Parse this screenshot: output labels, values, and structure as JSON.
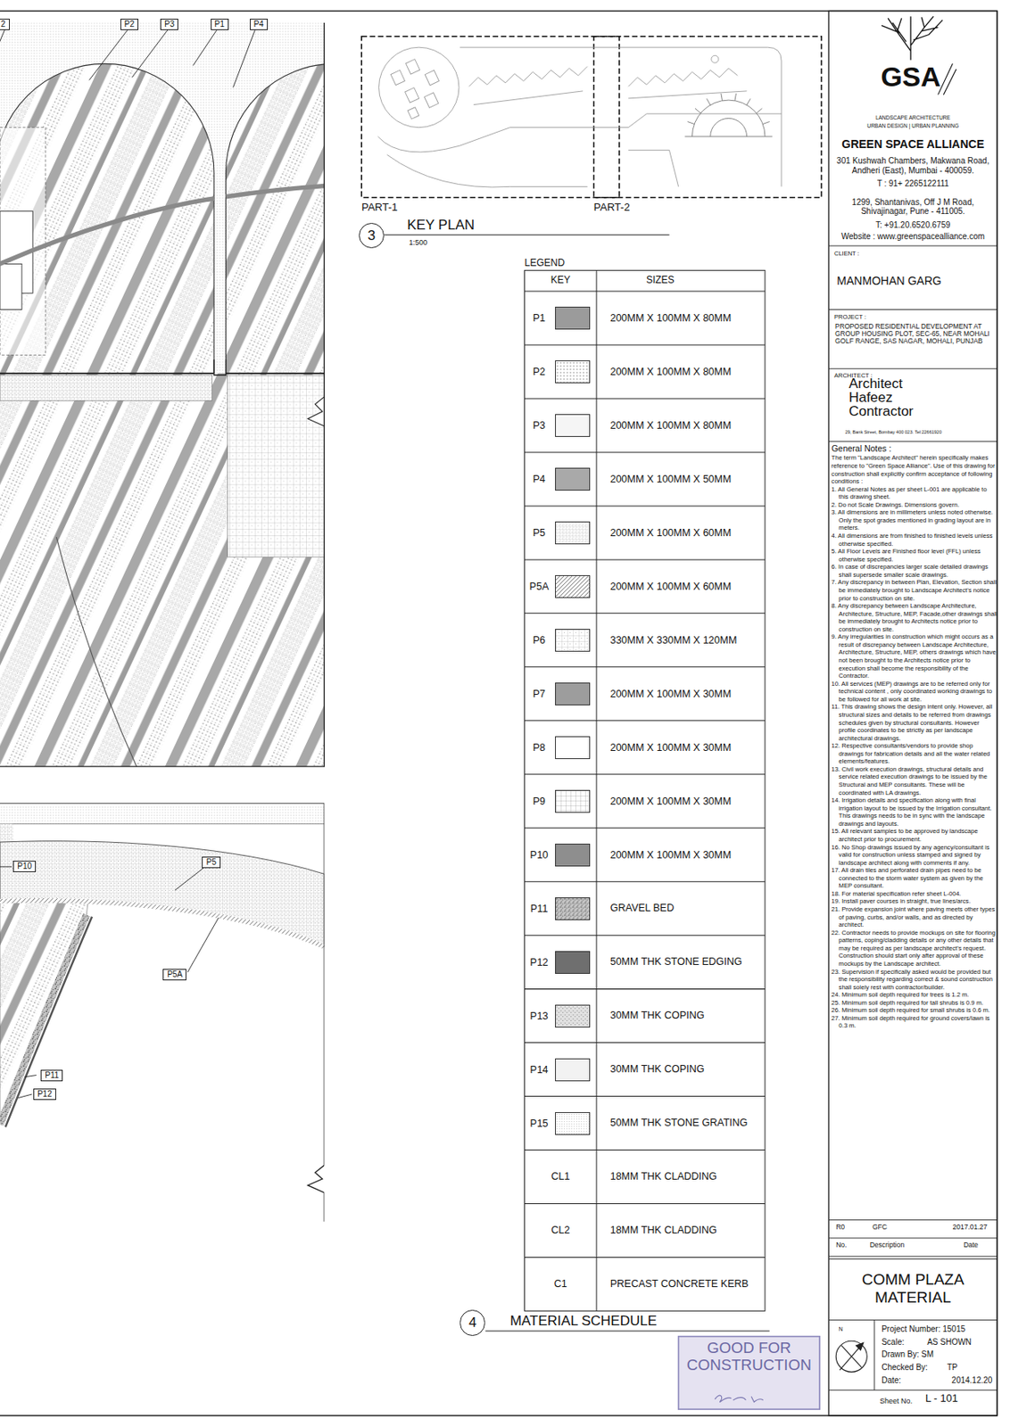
{
  "diagram": {
    "title": "COMM PLAZA MATERIAL",
    "nodes": [
      {
        "text": [
          "2"
        ]
      },
      {
        "text": [
          "P2"
        ]
      },
      {
        "text": [
          "P3"
        ]
      },
      {
        "text": [
          "P1"
        ]
      },
      {
        "text": [
          "P4"
        ]
      },
      {
        "text": [
          "P10"
        ]
      },
      {
        "text": [
          "P5"
        ]
      },
      {
        "text": [
          "P5A"
        ]
      },
      {
        "text": [
          "P11"
        ]
      },
      {
        "text": [
          "P12"
        ]
      },
      {
        "text": [
          "3"
        ]
      },
      {
        "text": [
          "4"
        ]
      }
    ],
    "labels": [
      "PART-1",
      "PART-2",
      "KEY PLAN",
      "1:500",
      "LEGEND",
      "KEY",
      "SIZES",
      "200MM X 100MM X 80MM",
      "200MM X 100MM X 80MM",
      "200MM X 100MM X 80MM",
      "200MM X 100MM X 50MM",
      "200MM X 100MM X 60MM",
      "200MM X 100MM X 60MM",
      "330MM X 330MM X 120MM",
      "200MM X 100MM X 30MM",
      "200MM X 100MM X 30MM",
      "200MM X 100MM X 30MM",
      "200MM X 100MM X 30MM",
      "GRAVEL BED",
      "50MM THK STONE EDGING",
      "30MM THK COPING",
      "30MM THK COPING",
      "50MM THK STONE GRATING",
      "CL1",
      "18MM THK CLADDING",
      "CL2",
      "18MM THK CLADDING",
      "C1",
      "PRECAST CONCRETE KERB",
      "MATERIAL SCHEDULE",
      "GOOD FOR CONSTRUCTION",
      "GSA",
      "LANDSCAPE ARCHITECTURE",
      "URBAN DESIGN | URBAN PLANNING",
      "GREEN SPACE ALLIANCE",
      "301 Kushwah Chambers, Makwana Road, Andheri (East), Mumbai - 400059.",
      "T : 91+ 2265122111",
      "1299, Shantanivas, Off J M Road, Shivajinagar, Pune - 411005.",
      "T: +91.20.6520.6759",
      "Website : www.greenspacealliance.com",
      "CLIENT :",
      "MANMOHAN GARG",
      "PROJECT :",
      "PROPOSED RESIDENTIAL DEVELOPMENT AT GROUP HOUSING PLOT, SEC-65, NEAR MOHALI GOLF RANGE, SAS NAGAR, MOHALI, PUNJAB",
      "ARCHITECT :",
      "Architect Hafeez Contractor",
      "29, Bank Street, Bombay 400 023. Tel:22661920",
      "General Notes :",
      "The term \"Landscape Architect\" herein specifically makes reference to \"Green Space Alliance\". Use of this drawing for construction shall explicitly confirm acceptance of following conditions :",
      "1. All General Notes as per sheet L-001 are applicable to this drawing sheet.",
      "2. Do not Scale Drawings. Dimensions govern.",
      "3. All dimensions are in millimeters unless noted otherwise. Only the spot grades mentioned in grading layout are in meters.",
      "4. All dimensions are from finished to finished levels unless otherwise specified.",
      "5. All Floor Levels are Finished floor level (FFL) unless otherwise specified.",
      "6. In case of discrepancies larger scale detailed drawings shall supersede smaller scale drawings.",
      "7. Any discrepancy in between Plan, Elevation, Section shall be immediately brought to Landscape Architect's notice prior to construction on site.",
      "8. Any discrepancy between Landscape Architecture, Architecture, Structure, MEP, Facade,other drawings shall be immediately brought to Architects notice prior to construction on site.",
      "9. Any irregularities in construction which might occurs as a result of discrepancy between Landscape Architecture, Architecture, Structure, MEP, others drawings which have not been brought to the Architects notice prior to execution shall become the responsibility of the Contractor.",
      "10. All services (MEP) drawings are to be referred only for technical content , only coordinated working drawings to be followed for all work at site.",
      "11. This drawing shows the design intent only. However, all structural sizes and details to be referred from drawings schedules given by structural consultants. However profile coordinates to be strictly as per landscape architectural drawings.",
      "12. Respective consultants/vendors to provide shop drawings for fabrication details and all the water related elements/features.",
      "13. Civil work execution drawings, structural details and service related execution drawings to be issued by the Structural and MEP consultants. These will be coordinated with LA drawings.",
      "14. Irrigation details and specification along with final irrigation layout to be issued by the Irrigation consultant. This drawings needs to be in sync with the landscape drawings and layouts.",
      "15. All relevant samples to be approved by landscape architect prior to procurement.",
      "16. No Shop drawings issued by any agency/consultant is valid for construction unless stamped and signed by landscape architect along with comments if any.",
      "17. All drain tiles and perforated drain pipes need to be connected to the storm water system as given by the MEP consultant.",
      "18. For material specification refer sheet L-004.",
      "19. Install paver courses in straight, true lines/arcs.",
      "21. Provide expansion joint where paving meets other types of paving, curbs, and/or walls, and as directed by architect.",
      "22. Contractor needs to provide mockups on site for flooring patterns, coping/cladding details or any other details that may be required as per landscape architect's request. Construction should start only after approval of these mockups by the Landscape architect.",
      "23. Supervision if specifically asked would be provided but the responsibility regarding correct & sound construction shall solely rest with contractor/builder.",
      "24. Minimum soil depth required for trees is 1.2 m.",
      "25. Minimum soil depth required for tall shrubs is 0.9 m.",
      "26. Minimum soil depth required for small shrubs is 0.6 m.",
      "27. Minimum soil depth required for ground covers/lawn is 0.3 m.",
      "R0",
      "GFC",
      "2017.01.27",
      "No.",
      "Description",
      "Date",
      "N",
      "Project Number: 15015",
      "Scale:",
      "AS SHOWN",
      "Drawn By: SM",
      "Checked By:",
      "TP",
      "Date:",
      "2014.12.20",
      "Sheet No.",
      "L - 101"
    ],
    "legend": [
      {
        "text": "P1",
        "color": "#9b9b9b"
      },
      {
        "text": "P2"
      },
      {
        "text": "P3",
        "color": "#f5f5f5"
      },
      {
        "text": "P4",
        "color": "#a9a9a9"
      },
      {
        "text": "P5"
      },
      {
        "text": "P5A"
      },
      {
        "text": "P6"
      },
      {
        "text": "P7",
        "color": "#9d9d9d"
      },
      {
        "text": "P8",
        "color": "#ffffff"
      },
      {
        "text": "P9"
      },
      {
        "text": "P10",
        "color": "#8e8e8e"
      },
      {
        "text": "P11"
      },
      {
        "text": "P12",
        "color": "#6f6f6f"
      },
      {
        "text": "P13"
      },
      {
        "text": "P14",
        "color": "#f2f2f2"
      },
      {
        "text": "P15"
      }
    ]
  }
}
